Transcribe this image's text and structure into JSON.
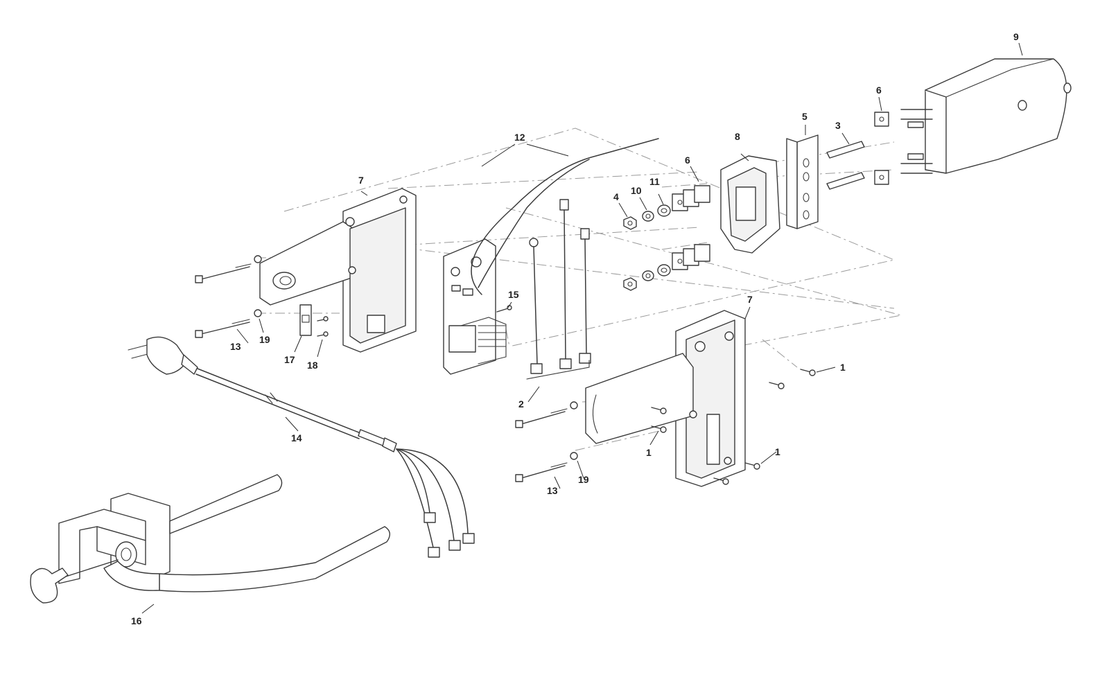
{
  "callouts": {
    "c1a": "1",
    "c1b": "1",
    "c1c": "1",
    "c2": "2",
    "c3": "3",
    "c4": "4",
    "c5": "5",
    "c6a": "6",
    "c6b": "6",
    "c7a": "7",
    "c7b": "7",
    "c8": "8",
    "c9": "9",
    "c10": "10",
    "c11": "11",
    "c12": "12",
    "c13a": "13",
    "c13b": "13",
    "c14": "14",
    "c15": "15",
    "c16": "16",
    "c17": "17",
    "c18": "18",
    "c19a": "19",
    "c19b": "19"
  },
  "colors": {
    "line": "#3a3a3a",
    "dash": "#9a9a9a",
    "label": "#222222"
  }
}
